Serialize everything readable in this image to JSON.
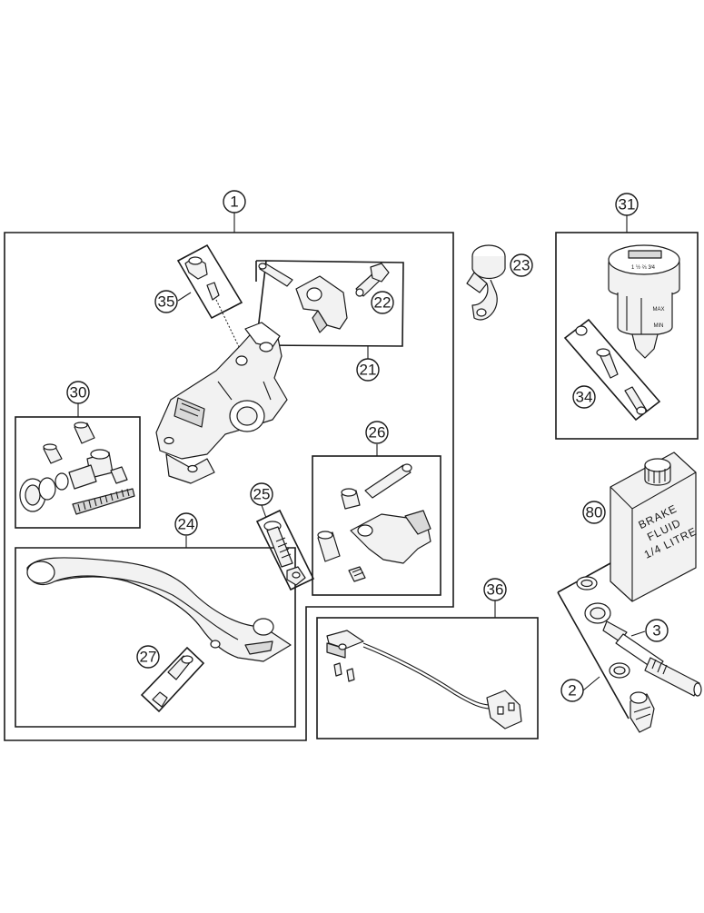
{
  "callouts": [
    {
      "id": "c1",
      "label": "1"
    },
    {
      "id": "c2",
      "label": "2"
    },
    {
      "id": "c3",
      "label": "3"
    },
    {
      "id": "c21",
      "label": "21"
    },
    {
      "id": "c22",
      "label": "22"
    },
    {
      "id": "c23",
      "label": "23"
    },
    {
      "id": "c24",
      "label": "24"
    },
    {
      "id": "c25",
      "label": "25"
    },
    {
      "id": "c26",
      "label": "26"
    },
    {
      "id": "c27",
      "label": "27"
    },
    {
      "id": "c30",
      "label": "30"
    },
    {
      "id": "c31",
      "label": "31"
    },
    {
      "id": "c34",
      "label": "34"
    },
    {
      "id": "c35",
      "label": "35"
    },
    {
      "id": "c36",
      "label": "36"
    },
    {
      "id": "c80",
      "label": "80"
    }
  ],
  "fluid_can": {
    "line1": "BRAKE",
    "line2": "FLUID",
    "line3": "1/4 LITRE"
  },
  "reservoir": {
    "max_mark": "MAX",
    "min_mark": "MIN"
  },
  "colors": {
    "ink": "#1a1a1a",
    "fill": "#f2f2f2",
    "background": "#ffffff"
  }
}
